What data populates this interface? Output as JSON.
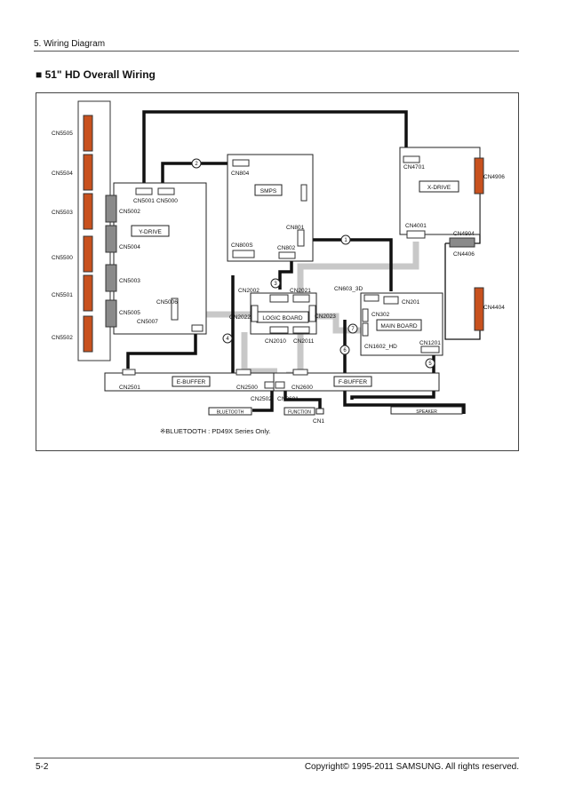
{
  "header": {
    "section": "5. Wiring Diagram"
  },
  "title": "■ 51\" HD Overall Wiring",
  "footer": {
    "page": "5-2",
    "copyright": "Copyright© 1995-2011 SAMSUNG. All rights reserved."
  },
  "colors": {
    "panel_connector": "#c8511e",
    "grey_connector": "#8a8a8a",
    "flat_cable": "#c8c8c8",
    "wire": "#111111"
  },
  "labels": {
    "cn5505": "CN5505",
    "cn5504": "CN5504",
    "cn5503": "CN5503",
    "cn5500": "CN5500",
    "cn5501": "CN5501",
    "cn5502": "CN5502",
    "cn5001": "CN5001",
    "cn5000": "CN5000",
    "cn5002": "CN5002",
    "ydrive": "Y-DRIVE",
    "cn5004": "CN5004",
    "cn5003": "CN5003",
    "cn5005": "CN5005",
    "cn5006": "CN5006",
    "cn5007": "CN5007",
    "cn804": "CN804",
    "smps": "SMPS",
    "cn801": "CN801",
    "cn800s": "CN800S",
    "cn802": "CN802",
    "cn4701": "CN4701",
    "cn4906": "CN4906",
    "xdrive": "X-DRIVE",
    "cn4001": "CN4001",
    "cn4904": "CN4904",
    "cn4406": "CN4406",
    "cn4404": "CN4404",
    "cn2002": "CN2002",
    "cn2021": "CN2021",
    "cn603_3d": "CN603_3D",
    "cn2022": "CN2022",
    "logic_board": "LOGIC BOARD",
    "cn2023": "CN2023",
    "cn2010": "CN2010",
    "cn2011": "CN2011",
    "cn201": "CN201",
    "cn302": "CN302",
    "main_board": "MAIN BOARD",
    "cn1602_hd": "CN1602_HD",
    "cn1201": "CN1201",
    "cn2501": "CN2501",
    "ebuffer": "E-BUFFER",
    "cn2500": "CN2500",
    "cn2600": "CN2600",
    "fbuffer": "F-BUFFER",
    "cn2502": "CN2502",
    "cn2601": "CN2601",
    "bluetooth": "BLUETOOTH",
    "function": "FUNCTION",
    "speaker": "SPEAKER",
    "cn1": "CN1",
    "note": "※BLUETOOTH : PD49X Series Only.",
    "n1": "1",
    "n2": "2",
    "n3": "3",
    "n4": "4",
    "n5": "5",
    "n6": "6",
    "n7": "7"
  }
}
